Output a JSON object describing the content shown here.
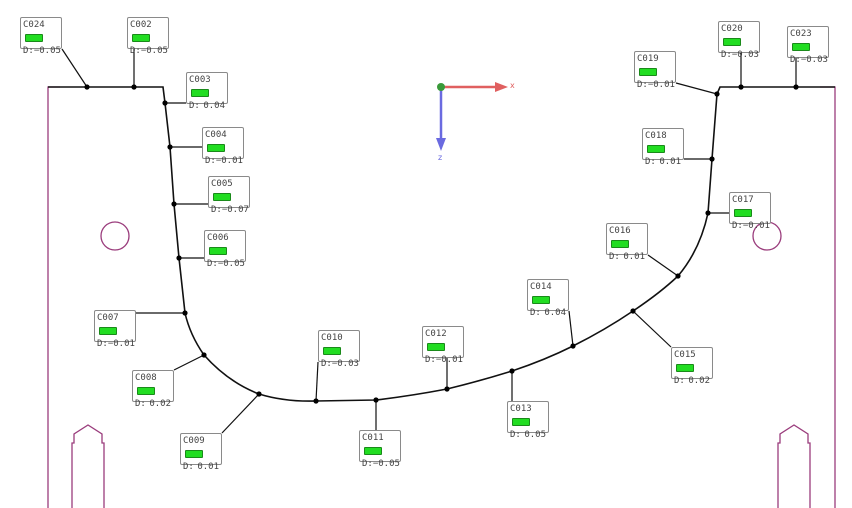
{
  "axes": {
    "x_label": "x",
    "z_label": "z"
  },
  "colors": {
    "outline": "#9a3c7c",
    "profile": "#111111",
    "ok": "#22dd22",
    "x_axis": "#e06060",
    "z_axis": "#6a6ae0",
    "origin": "#3a9a3a"
  },
  "callouts": [
    {
      "id": "C024",
      "d_label": "D:",
      "value": "−0.05",
      "status": "ok"
    },
    {
      "id": "C002",
      "d_label": "D:",
      "value": "−0.05",
      "status": "ok"
    },
    {
      "id": "C003",
      "d_label": "D:",
      "value": "0.04",
      "status": "ok"
    },
    {
      "id": "C004",
      "d_label": "D:",
      "value": "−0.01",
      "status": "ok"
    },
    {
      "id": "C005",
      "d_label": "D:",
      "value": "−0.07",
      "status": "ok"
    },
    {
      "id": "C006",
      "d_label": "D:",
      "value": "−0.05",
      "status": "ok"
    },
    {
      "id": "C007",
      "d_label": "D:",
      "value": "−0.01",
      "status": "ok"
    },
    {
      "id": "C008",
      "d_label": "D:",
      "value": "0.02",
      "status": "ok"
    },
    {
      "id": "C009",
      "d_label": "D:",
      "value": "0.01",
      "status": "ok"
    },
    {
      "id": "C010",
      "d_label": "D:",
      "value": "−0.03",
      "status": "ok"
    },
    {
      "id": "C011",
      "d_label": "D:",
      "value": "−0.05",
      "status": "ok"
    },
    {
      "id": "C012",
      "d_label": "D:",
      "value": "−0.01",
      "status": "ok"
    },
    {
      "id": "C013",
      "d_label": "D:",
      "value": "0.05",
      "status": "ok"
    },
    {
      "id": "C014",
      "d_label": "D:",
      "value": "0.04",
      "status": "ok"
    },
    {
      "id": "C015",
      "d_label": "D:",
      "value": "0.02",
      "status": "ok"
    },
    {
      "id": "C016",
      "d_label": "D:",
      "value": "0.01",
      "status": "ok"
    },
    {
      "id": "C017",
      "d_label": "D:",
      "value": "−0.01",
      "status": "ok"
    },
    {
      "id": "C018",
      "d_label": "D:",
      "value": "0.01",
      "status": "ok"
    },
    {
      "id": "C019",
      "d_label": "D:",
      "value": "−0.01",
      "status": "ok"
    },
    {
      "id": "C020",
      "d_label": "D:",
      "value": "−0.03",
      "status": "ok"
    },
    {
      "id": "C023",
      "d_label": "D:",
      "value": "−0.03",
      "status": "ok"
    }
  ]
}
